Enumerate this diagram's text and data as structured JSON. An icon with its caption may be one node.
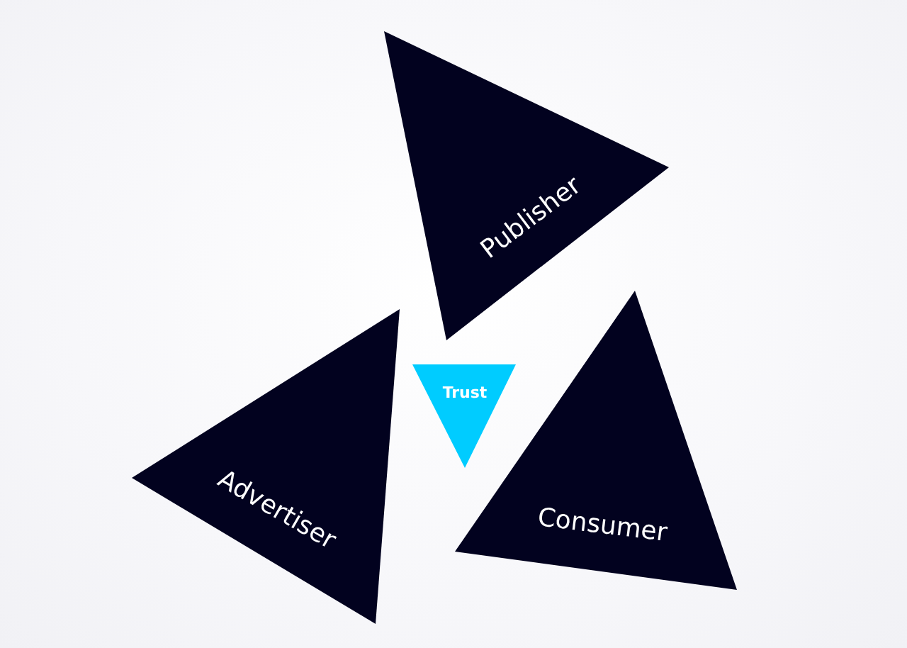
{
  "diagram": {
    "nodes": [
      {
        "text": [
          "Publisher"
        ]
      },
      {
        "text": [
          "Trust"
        ]
      },
      {
        "text": [
          "Advertiser"
        ]
      },
      {
        "text": [
          "Consumer"
        ]
      }
    ]
  }
}
